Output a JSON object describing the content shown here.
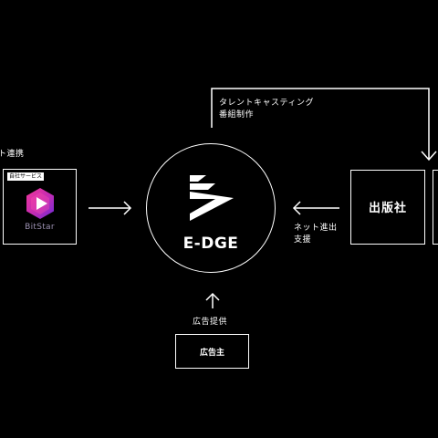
{
  "nodes": {
    "bitstar": {
      "tag": "自社サービス",
      "name": "BitStar",
      "section_label": "ト連携"
    },
    "edge": {
      "name": "E-DGE"
    },
    "publisher": {
      "label": "出版社"
    },
    "advertiser": {
      "label": "広告主"
    }
  },
  "edges": {
    "casting": {
      "line1": "タレントキャスティング",
      "line2": "番組制作"
    },
    "net_support": {
      "line1": "ネット進出",
      "line2": "支援"
    },
    "ad": {
      "label": "広告提供"
    }
  },
  "colors": {
    "background": "#000000",
    "line": "#ffffff",
    "bitstar_pink": "#e0288c",
    "bitstar_purple": "#6a2bd8"
  }
}
